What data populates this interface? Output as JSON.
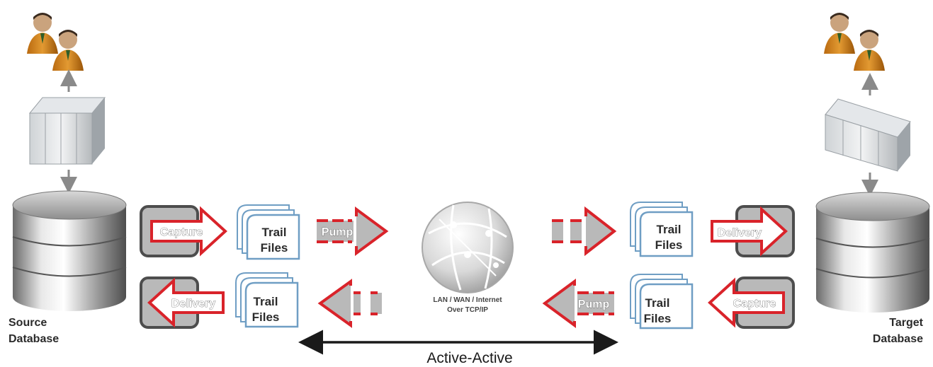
{
  "source": {
    "label_line1": "Source",
    "label_line2": "Database"
  },
  "target": {
    "label_line1": "Target",
    "label_line2": "Database"
  },
  "top_row": {
    "capture": "Capture",
    "trail_left_1": "Trail",
    "trail_left_2": "Files",
    "pump": "Pump",
    "trail_right_1": "Trail",
    "trail_right_2": "Files",
    "delivery": "Delivery"
  },
  "bottom_row": {
    "delivery": "Delivery",
    "trail_left_1": "Trail",
    "trail_left_2": "Files",
    "pump": "Pump",
    "trail_right_1": "Trail",
    "trail_right_2": "Files",
    "capture": "Capture"
  },
  "network": {
    "line1": "LAN /  WAN / Internet",
    "line2": "Over TCP/IP"
  },
  "mode_label": "Active-Active",
  "colors": {
    "accent_red": "#d9232a",
    "box_gray": "#b9b9b9",
    "trail_blue": "#6f9ec4"
  }
}
